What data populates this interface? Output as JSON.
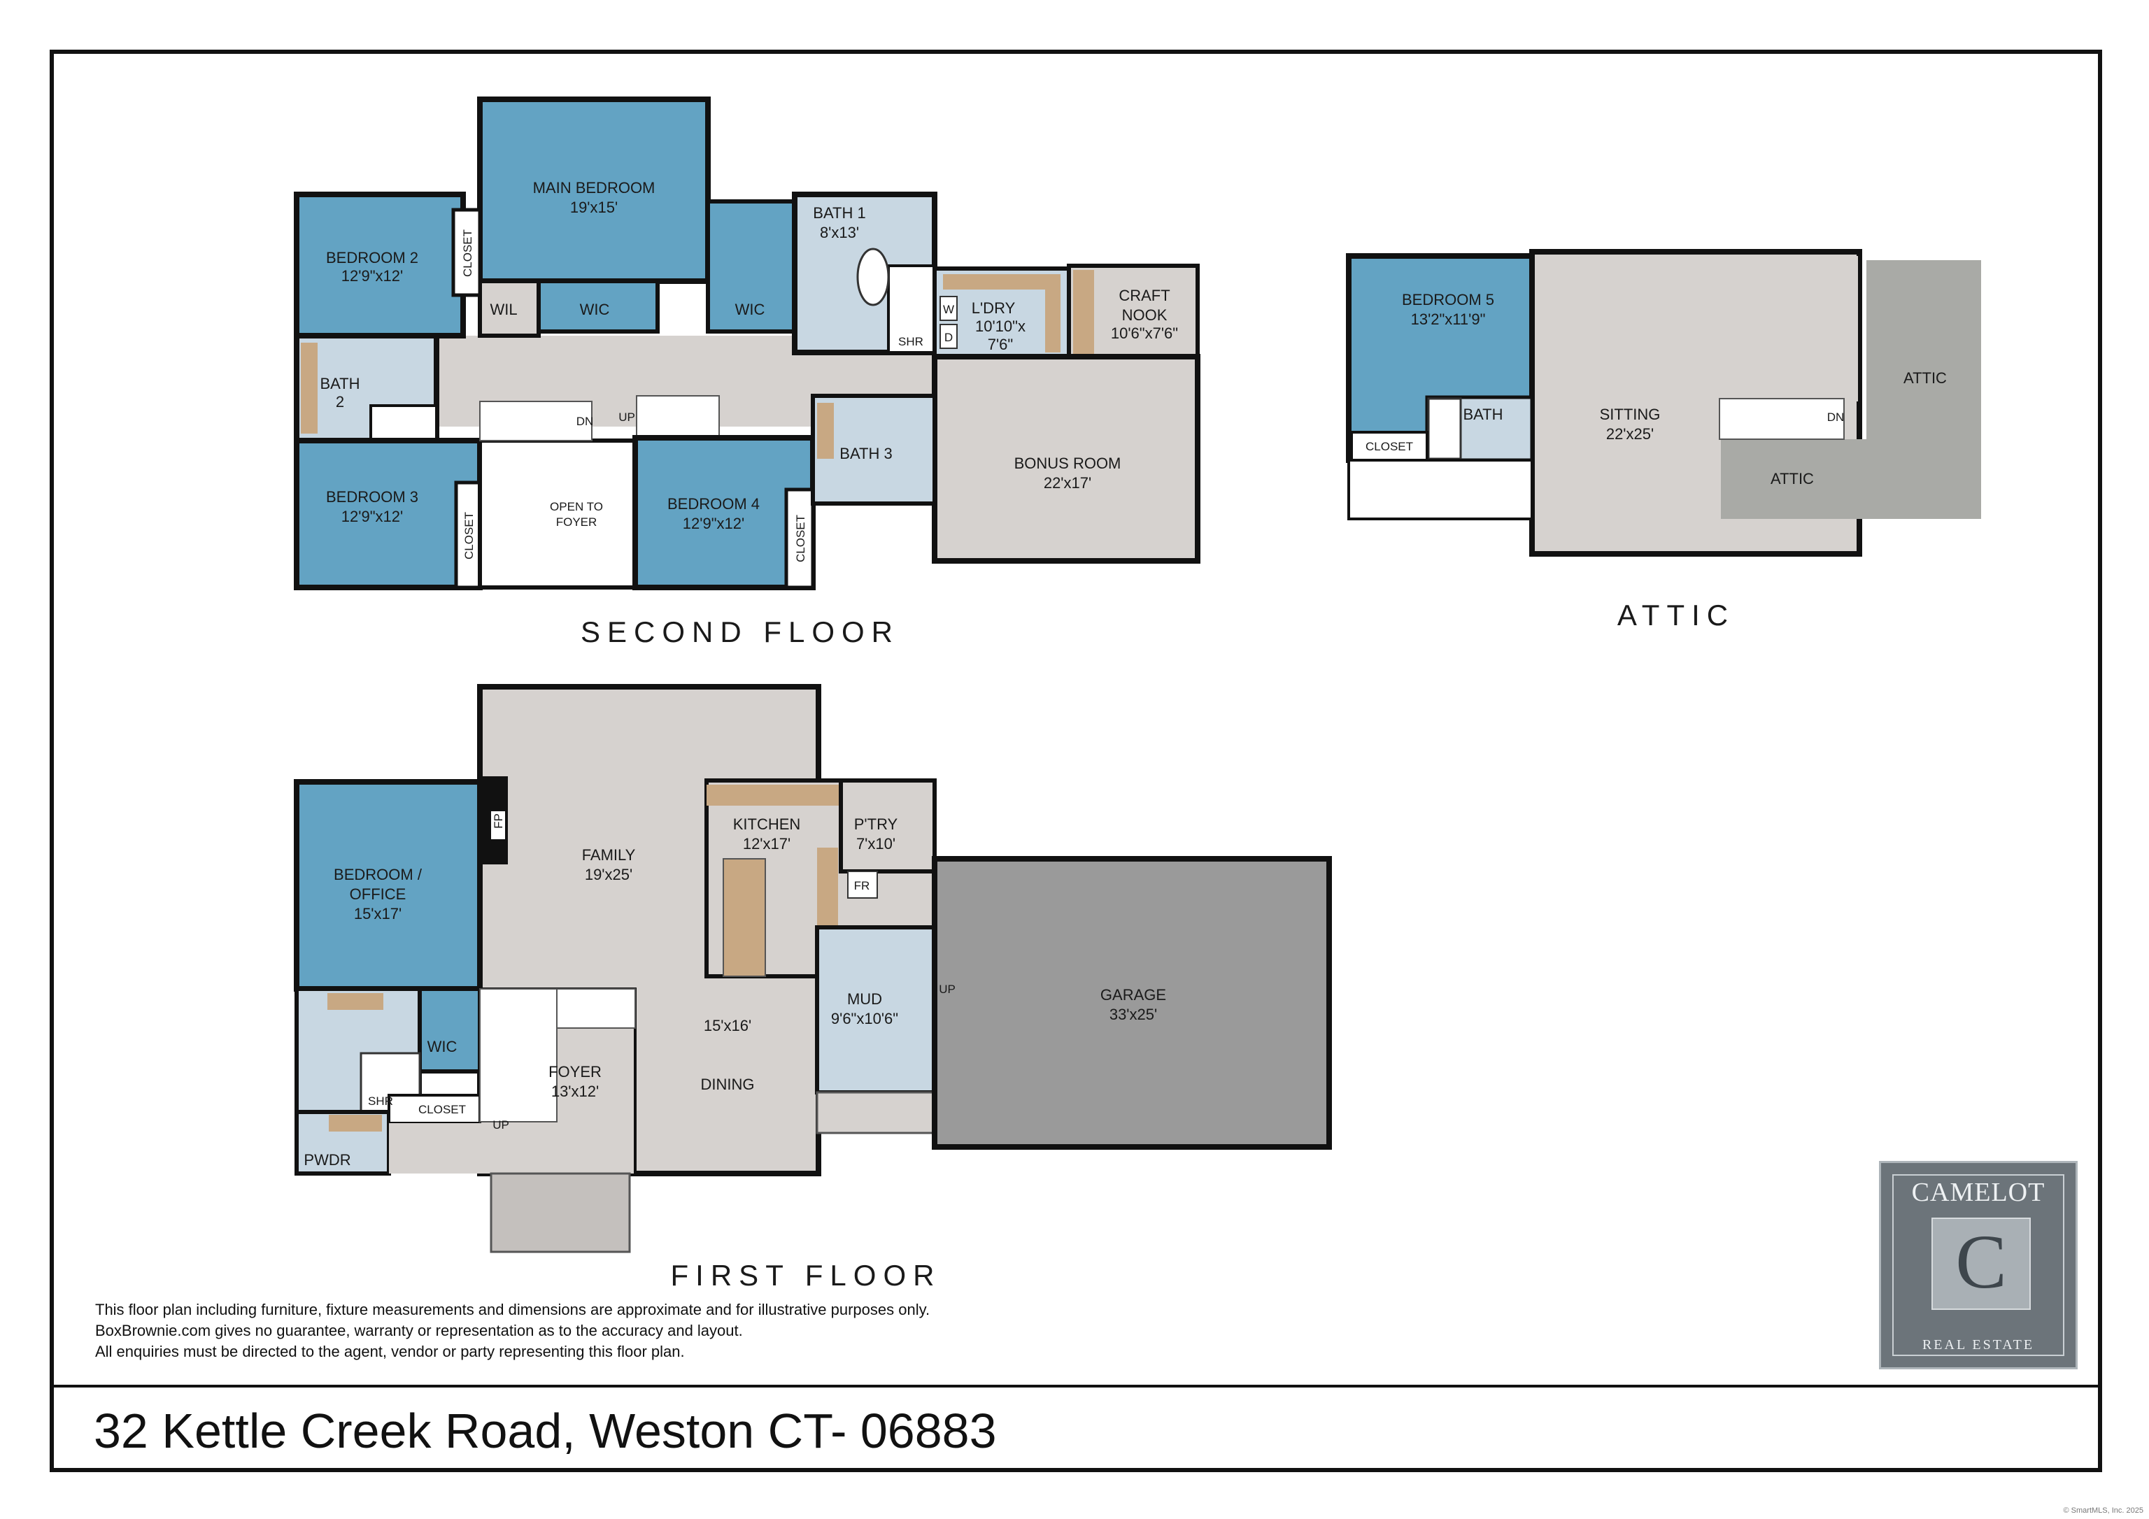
{
  "colors": {
    "bedroom": "#63a3c3",
    "living": "#d6d2cf",
    "bath": "#c8d7e2",
    "garage": "#9a9a9a",
    "attic": "#a9aaa6",
    "counter": "#c8a883",
    "wall": "#111111"
  },
  "floors": {
    "second": "SECOND FLOOR",
    "attic": "ATTIC",
    "first": "FIRST FLOOR"
  },
  "second_floor": {
    "main_bedroom": {
      "name": "MAIN BEDROOM",
      "dim": "19'x15'"
    },
    "bedroom2": {
      "name": "BEDROOM 2",
      "dim": "12'9\"x12'"
    },
    "bedroom3": {
      "name": "BEDROOM 3",
      "dim": "12'9\"x12'"
    },
    "bedroom4": {
      "name": "BEDROOM 4",
      "dim": "12'9\"x12'"
    },
    "bath1": {
      "name": "BATH 1",
      "dim": "8'x13'"
    },
    "bath2": {
      "name": "BATH",
      "dim": "2"
    },
    "bath3": "BATH 3",
    "laundry": {
      "name": "L'DRY",
      "dim1": "10'10\"x",
      "dim2": "7'6\""
    },
    "craft": {
      "name1": "CRAFT",
      "name2": "NOOK",
      "dim": "10'6\"x7'6\""
    },
    "bonus": {
      "name": "BONUS ROOM",
      "dim": "22'x17'"
    },
    "open_foyer": {
      "line1": "OPEN TO",
      "line2": "FOYER"
    },
    "closet": "CLOSET",
    "wic": "WIC",
    "wil": "WIL",
    "shr": "SHR",
    "washer": "W",
    "dryer": "D",
    "up": "UP",
    "dn": "DN"
  },
  "attic_floor": {
    "bedroom5": {
      "name": "BEDROOM 5",
      "dim": "13'2\"x11'9\""
    },
    "bath": "BATH",
    "closet": "CLOSET",
    "sitting": {
      "name": "SITTING",
      "dim": "22'x25'"
    },
    "attic1": "ATTIC",
    "attic2": "ATTIC",
    "dn": "DN"
  },
  "first_floor": {
    "bedroom_office": {
      "line1": "BEDROOM /",
      "line2": "OFFICE",
      "dim": "15'x17'"
    },
    "family": {
      "name": "FAMILY",
      "dim": "19'x25'"
    },
    "kitchen": {
      "name": "KITCHEN",
      "dim": "12'x17'"
    },
    "pantry": {
      "name": "P'TRY",
      "dim": "7'x10'"
    },
    "fr": "FR",
    "fp": "FP",
    "dining": {
      "dim": "15'x16'",
      "name": "DINING"
    },
    "foyer": {
      "name": "FOYER",
      "dim": "13'x12'"
    },
    "mud": {
      "name": "MUD",
      "dim": "9'6\"x10'6\""
    },
    "garage": {
      "name": "GARAGE",
      "dim": "33'x25'"
    },
    "wic": "WIC",
    "shr": "SHR",
    "closet": "CLOSET",
    "pwdr": "PWDR",
    "up1": "UP",
    "up2": "UP"
  },
  "disclaimer": [
    "This floor plan including furniture, fixture measurements and dimensions are approximate and for illustrative purposes only.",
    "BoxBrownie.com gives no guarantee, warranty or representation as to the accuracy and layout.",
    "All enquiries must be directed to the agent, vendor or party representing this floor plan."
  ],
  "address": "32 Kettle Creek Road, Weston CT- 06883",
  "logo": {
    "top": "CAMELOT",
    "bottom": "REAL ESTATE",
    "emblem": "C"
  },
  "copyright": "© SmartMLS, Inc. 2025"
}
